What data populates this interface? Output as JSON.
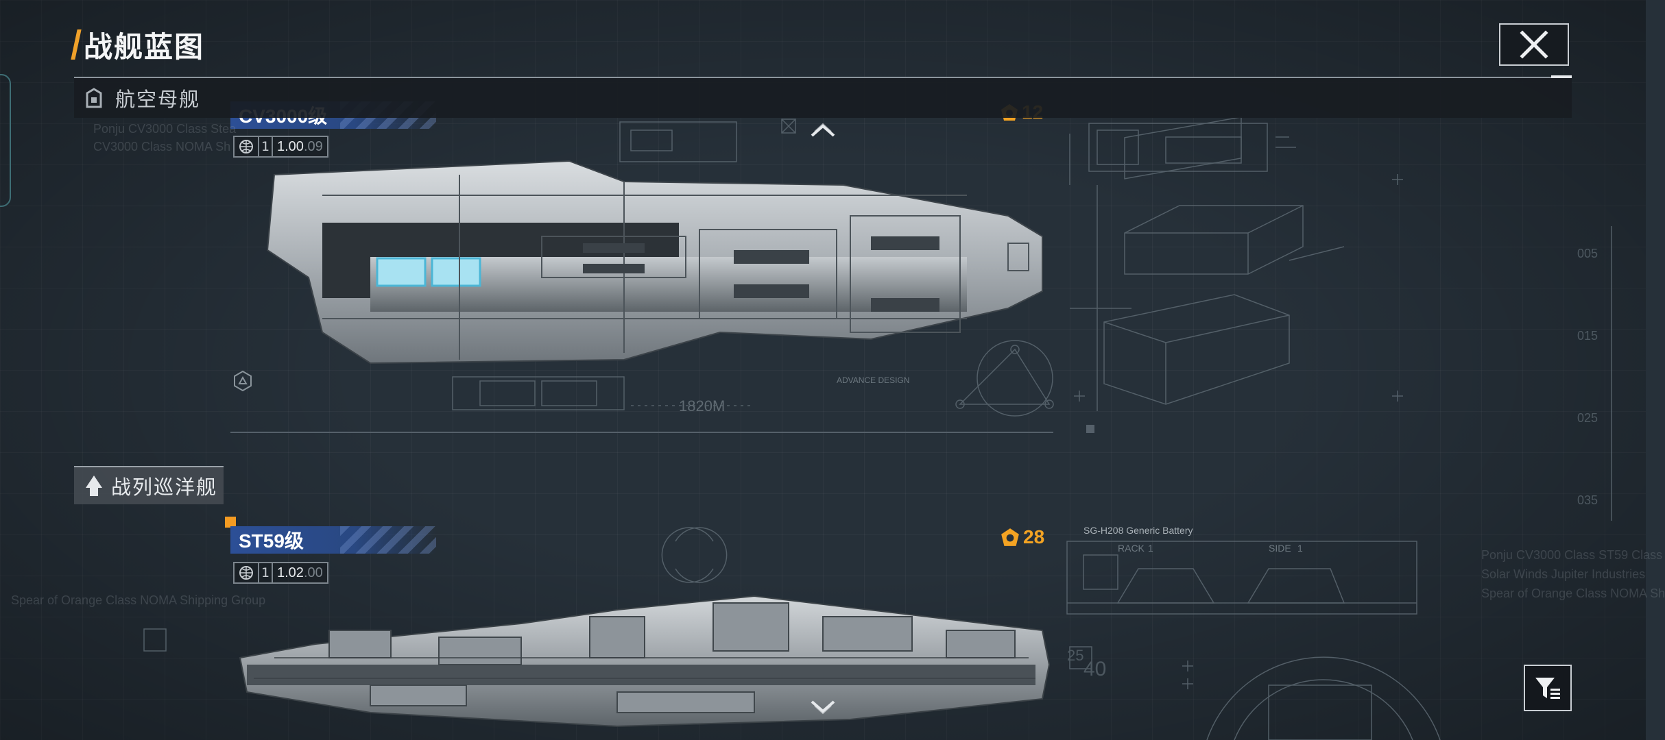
{
  "header": {
    "title": "战舰蓝图"
  },
  "categories": [
    {
      "label": "航空母舰"
    },
    {
      "label": "战列巡洋舰"
    }
  ],
  "ships": [
    {
      "name": "CV3000级",
      "scale_one": "1",
      "scale_main": "1.00",
      "scale_dim": ".09",
      "cost": "12"
    },
    {
      "name": "ST59级",
      "scale_one": "1",
      "scale_main": "1.02",
      "scale_dim": ".00",
      "cost": "28"
    }
  ],
  "blueprint_labels": {
    "length": "1820M",
    "battery": "SG-H208 Generic Battery",
    "rack": "RACK",
    "rack_no": "1",
    "side": "SIDE",
    "side_no": "1",
    "note_a": "Ponju CV3000 Class Stea",
    "note_b": "CV3000 Class NOMA Sh",
    "note_c": "Spear of Orange Class NOMA Shipping Group",
    "note_d": "Ponju CV3000 Class ST59 Class",
    "note_e": "Solar Winds Jupiter Industries",
    "note_f": "Spear of Orange Class NOMA Sh",
    "side_num_1": "005",
    "side_num_2": "015",
    "side_num_3": "025",
    "side_num_4": "035",
    "deco_num": "40",
    "deco_small": "25",
    "advance": "ADVANCE DESIGN"
  },
  "icons": {
    "close": "close-icon",
    "filter": "filter-icon",
    "up": "chevron-up-icon",
    "down": "chevron-down-icon",
    "carrier": "carrier-category-icon",
    "cruiser": "cruiser-category-icon",
    "globe": "globe-icon",
    "cost": "cost-emblem-icon"
  },
  "colors": {
    "accent": "#f0a12a",
    "tag_blue": "#2c4f96",
    "cost": "#f3a323",
    "background": "#263039"
  }
}
